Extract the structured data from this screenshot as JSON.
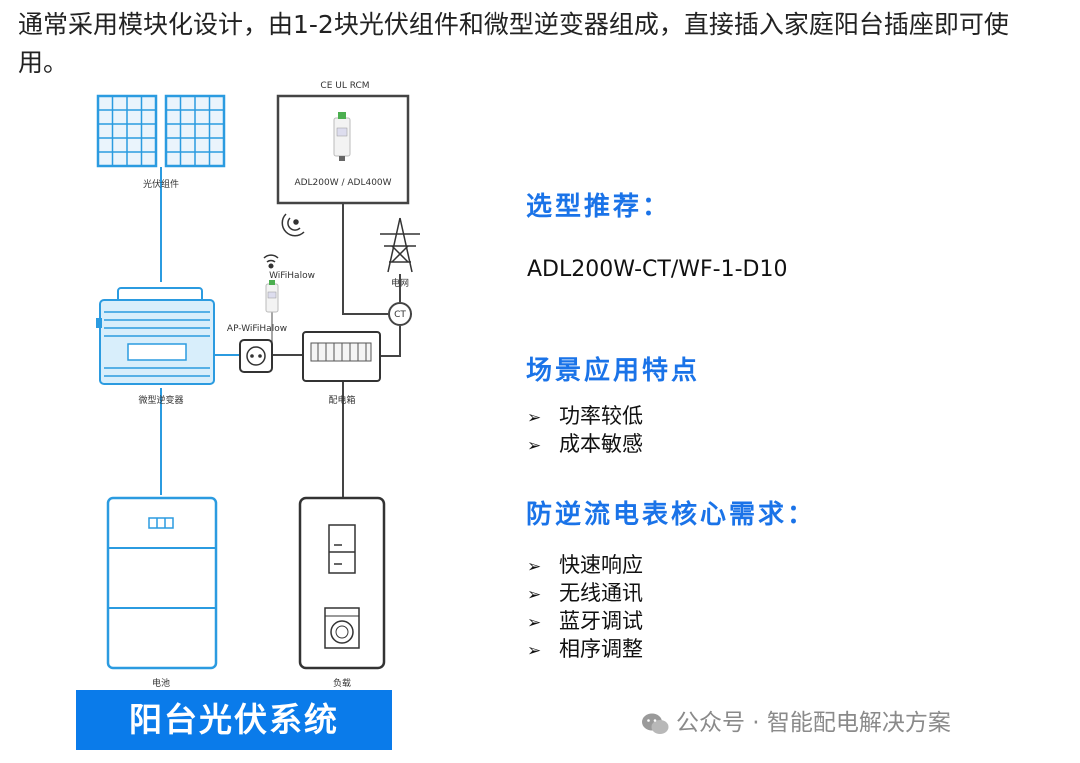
{
  "intro_text": "通常采用模块化设计，由1-2块光伏组件和微型逆变器组成，直接插入家庭阳台插座即可使用。",
  "diagram": {
    "certs": "CE  UL  RCM",
    "meter_model": "ADL200W / ADL400W",
    "pv_label": "光伏组件",
    "wifi_label": "WiFiHalow",
    "ap_label": "AP-WiFiHalow",
    "grid_label": "电网",
    "ct_label": "CT",
    "inverter_label": "微型逆变器",
    "distribution_label": "配电箱",
    "battery_label": "电池",
    "load_label": "负载"
  },
  "right": {
    "selection_title": "选型推荐：",
    "model": "ADL200W-CT/WF-1-D10",
    "scenario_title": "场景应用特点",
    "scenario_items": [
      "功率较低",
      "成本敏感"
    ],
    "requirement_title": "防逆流电表核心需求：",
    "requirement_items": [
      "快速响应",
      "无线通讯",
      "蓝牙调试",
      "相序调整"
    ],
    "bullet": "➢"
  },
  "banner": "阳台光伏系统",
  "footer": "公众号 · 智能配电解决方案",
  "colors": {
    "accent": "#1a73e8",
    "line": "#2b9be0",
    "dark_line": "#444444",
    "banner": "#0a7bea"
  }
}
